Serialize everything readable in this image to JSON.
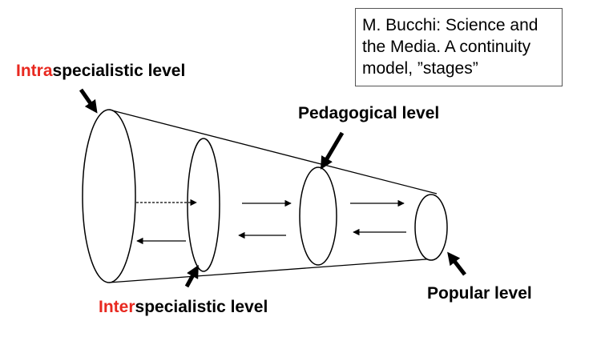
{
  "info_box": {
    "lines": [
      "M. Bucchi: Science and",
      "the Media. A continuity",
      "model, ”stages”"
    ]
  },
  "labels": {
    "intra": {
      "highlight": "Intra",
      "rest": "specialistic level"
    },
    "inter": {
      "highlight": "Inter",
      "rest": "specialistic level"
    },
    "pedagogical": "Pedagogical level",
    "popular": "Popular level"
  },
  "colors": {
    "highlight": "#e8281f",
    "text": "#000000",
    "stroke": "#000000",
    "box_border": "#555555"
  }
}
